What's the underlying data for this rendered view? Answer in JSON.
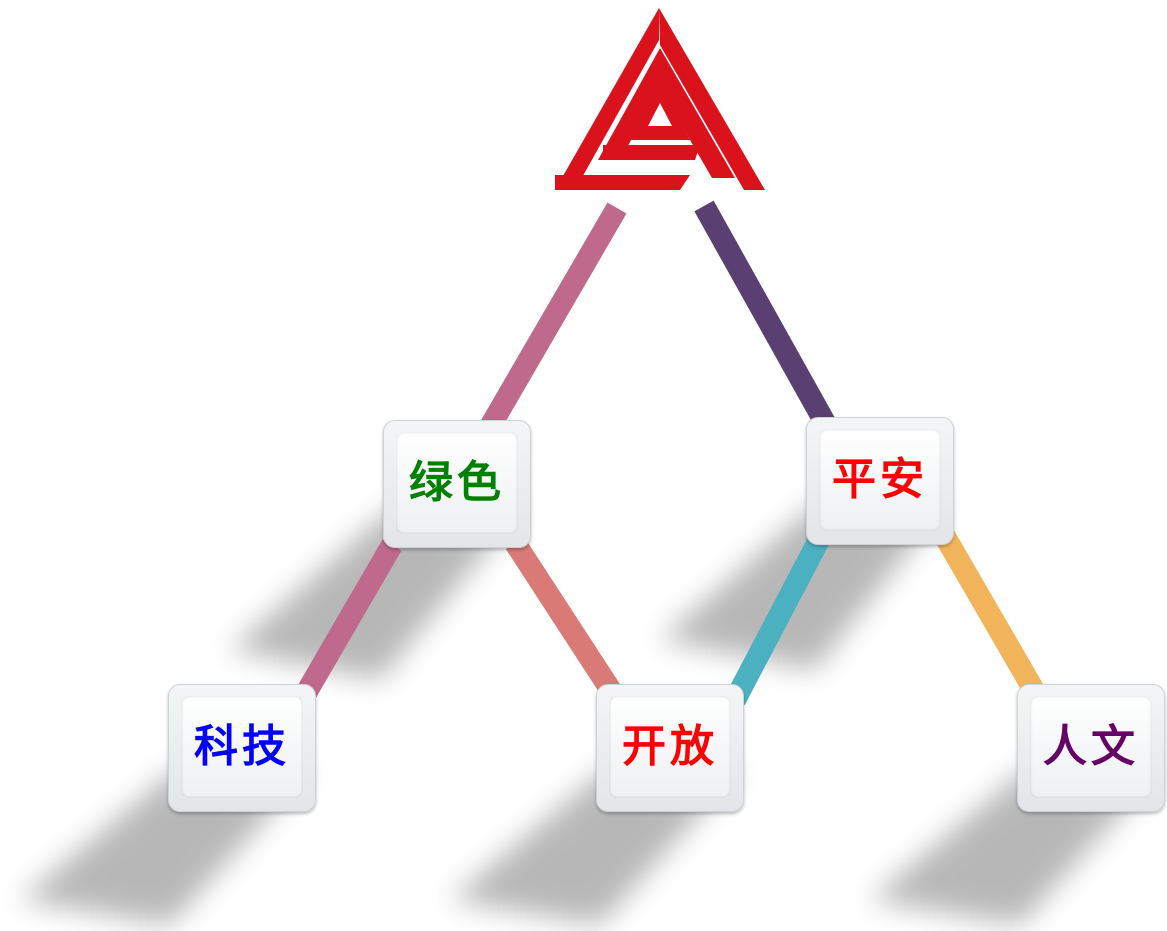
{
  "nodes": [
    {
      "id": "green",
      "label": "绿色",
      "color": "#008000"
    },
    {
      "id": "safe",
      "label": "平安",
      "color": "#ff0000"
    },
    {
      "id": "tech",
      "label": "科技",
      "color": "#0000ff"
    },
    {
      "id": "open",
      "label": "开放",
      "color": "#ff0000"
    },
    {
      "id": "humanities",
      "label": "人文",
      "color": "#660066"
    }
  ],
  "connector_colors": {
    "logo_to_green": "#bf6a8c",
    "logo_to_safe": "#5a3f73",
    "green_to_tech": "#bf6a8c",
    "green_to_open": "#d97a76",
    "safe_to_open": "#4bb0c0",
    "safe_to_humanities": "#f2b45a"
  },
  "logo": {
    "icon": "triangle-logo-icon",
    "color": "#d9121b"
  }
}
